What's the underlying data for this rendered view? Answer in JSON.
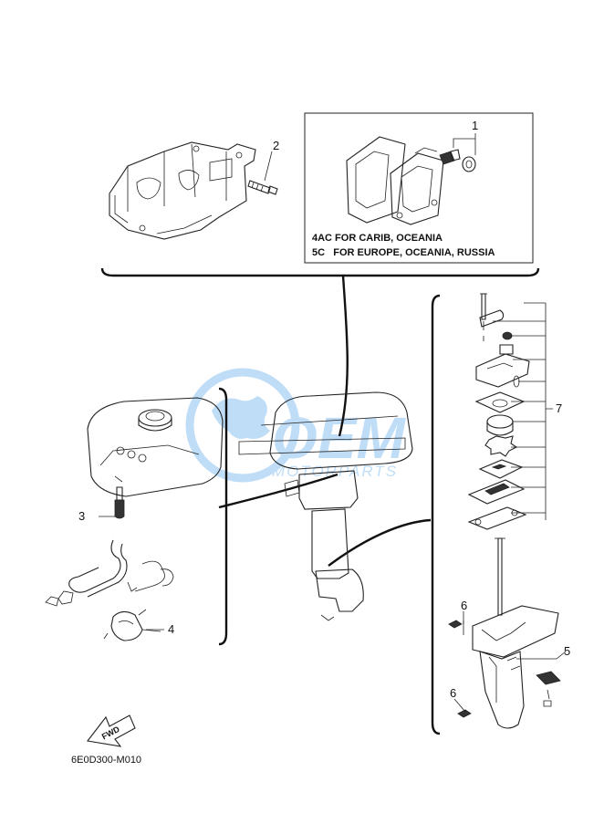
{
  "diagram_code": "6E0D300-M010",
  "fwd_label": "FWD",
  "inset_notes": {
    "line1": "4AC FOR CARIB, OCEANIA",
    "line2": "5C   FOR EUROPE, OCEANIA, RUSSIA"
  },
  "callouts": [
    "1",
    "2",
    "3",
    "4",
    "5",
    "6",
    "6",
    "7"
  ],
  "watermark": {
    "brand": "OEM",
    "sub": "MOTORPARTS",
    "color": "#1e88e5"
  }
}
